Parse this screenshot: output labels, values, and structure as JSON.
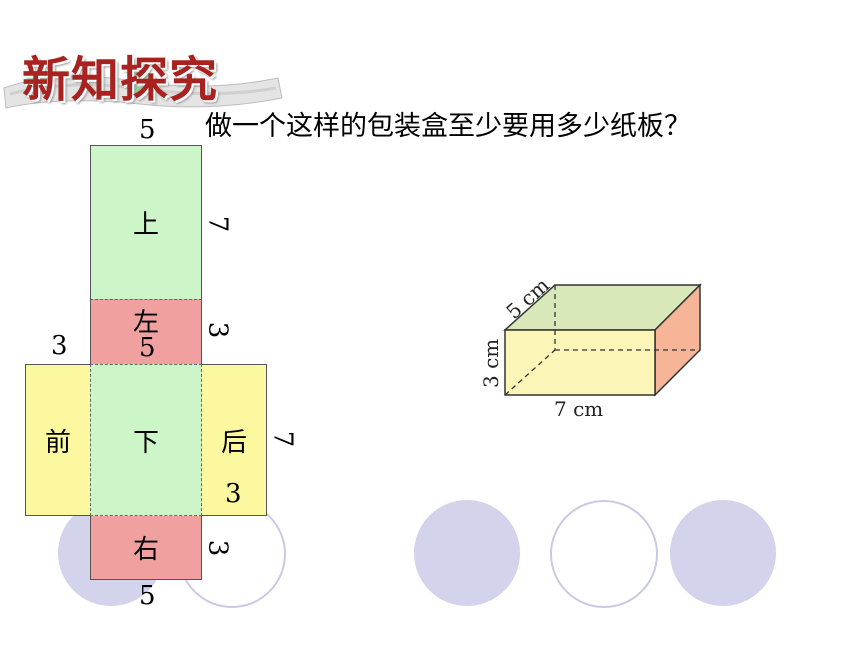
{
  "title": "新知探究",
  "question": "做一个这样的包装盒至少要用多少纸板？",
  "net": {
    "faces": {
      "top": "上",
      "left": "左",
      "bottom": "下",
      "front": "前",
      "back": "后",
      "right": "右"
    },
    "dims": {
      "top_width": "5",
      "top_height": "7",
      "left_width": "5",
      "left_height": "3",
      "front_width": "3",
      "back_height": "7",
      "back_width": "3",
      "right_height": "3",
      "bottom_width": "5"
    }
  },
  "box": {
    "depth_label": "5 cm",
    "height_label": "3 cm",
    "length_label": "7 cm"
  },
  "colors": {
    "green_face": "#ccf5c8",
    "red_face": "#f1a0a0",
    "yellow_face": "#fbf8a0",
    "deco_fill": "#d3d3ec",
    "deco_stroke": "#c4c4e4",
    "title_red": "#a8231f"
  }
}
